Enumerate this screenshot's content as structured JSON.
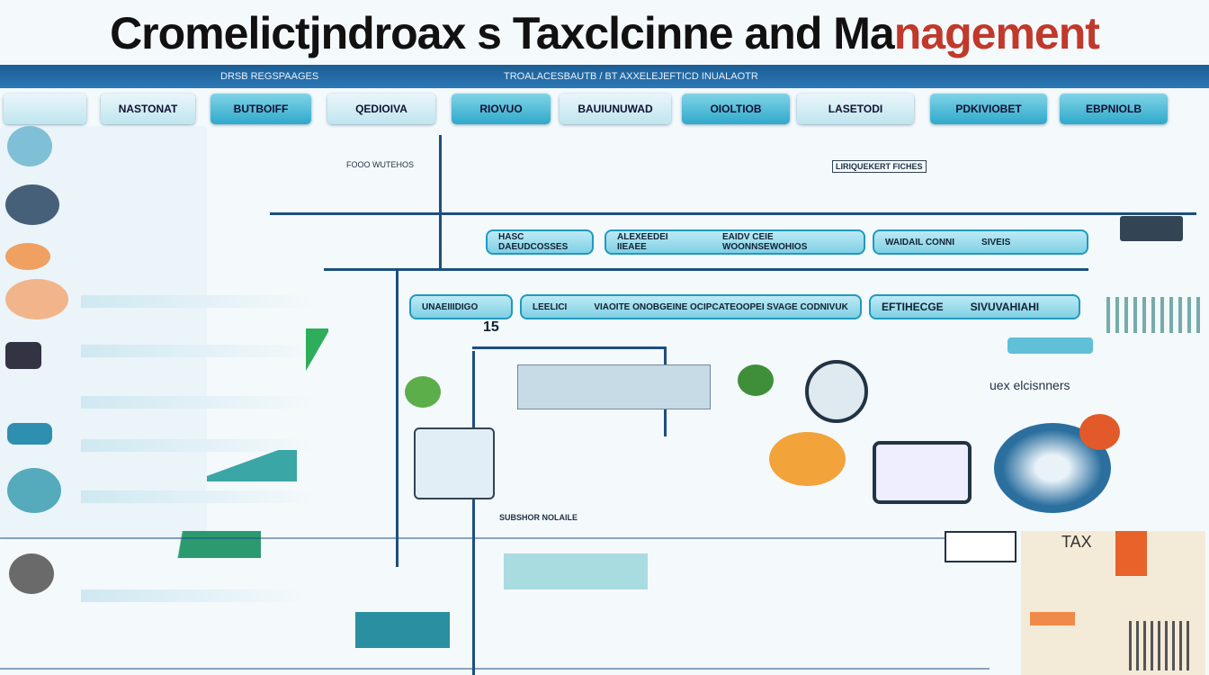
{
  "title": {
    "main": "Cromelictjndroax s Taxclcinne and Ma",
    "accent": "nagement"
  },
  "band": {
    "left": "DRSB REGSPAAGES",
    "center": "TROALACESBAUTB / BT AXXELEJEFTICD INUALAOTR"
  },
  "tabs": [
    "NASTONAT",
    "BUTBOIFF",
    "QEDIOIVA",
    "RIOVUO",
    "BAUIUNUWAD",
    "OIOLTIOB",
    "LASETODI",
    "PDKIVIOBET",
    "EBPNIOLB"
  ],
  "row_pills": [
    {
      "a": "HASC DAEUDCOSSES",
      "b": ""
    },
    {
      "a": "ALEXEEDEI IIEAEE",
      "b": "EAIDV CEIE WOONNSEWOHIOS"
    },
    {
      "a": "WAIDAIL CONNI",
      "b": "SIVEIS"
    }
  ],
  "row2_pills": [
    {
      "a": "UNAEIIIDIGO",
      "b": ""
    },
    {
      "a": "LEELICI",
      "b": "VIAOITE ONOBGEINE OCIPCATEOOPEI SVAGE CODNIVUK"
    },
    {
      "a": "EFTIHECGE",
      "b": "SIVUVAHIAHI"
    }
  ],
  "labels": {
    "number": "15",
    "right_caption": "uex elcisnners",
    "bottom_caption": "SUBSHOR NOLAILE",
    "tax": "TAX",
    "small1": "FOOO WUTEHOS",
    "small2": "LIRIQUEKERT FICHES"
  },
  "colors": {
    "accent": "#2fa9cb",
    "band": "#1c5d95",
    "line": "#1d4f7f",
    "red": "#c0392b",
    "orange": "#f2a33a"
  }
}
